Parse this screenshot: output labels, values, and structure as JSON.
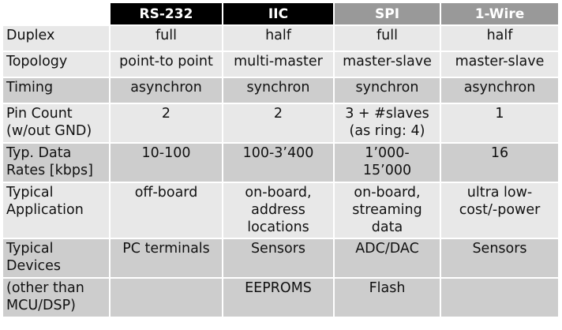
{
  "table": {
    "headers": [
      "",
      "RS-232",
      "IIC",
      "SPI",
      "1-Wire"
    ],
    "rows": [
      [
        "Duplex",
        "full",
        "half",
        "full",
        "half"
      ],
      [
        "Topology",
        "point-to point",
        "multi-master",
        "master-slave",
        "master-slave"
      ],
      [
        "Timing",
        "asynchron",
        "synchron",
        "synchron",
        "asynchron"
      ],
      [
        "Pin Count\n(w/out GND)",
        "2",
        "2",
        "3 + #slaves\n(as ring: 4)",
        "1"
      ],
      [
        "Typ. Data\nRates [kbps]",
        "10-100",
        "100-3’400",
        "1’000-\n15’000",
        "16"
      ],
      [
        "Typical\nApplication",
        "off-board",
        "on-board,\naddress\nlocations",
        "on-board,\nstreaming\ndata",
        "ultra low-\ncost/-power"
      ],
      [
        "Typical\nDevices",
        "PC terminals",
        "Sensors",
        "ADC/DAC",
        "Sensors"
      ],
      [
        "(other than\nMCU/DSP)",
        "",
        "EEPROMS",
        "Flash",
        ""
      ]
    ]
  },
  "colors": {
    "header_dark": "#000000",
    "header_gray": "#999999",
    "row_light": "#e8e8e8",
    "row_mid": "#cdcdcd"
  }
}
